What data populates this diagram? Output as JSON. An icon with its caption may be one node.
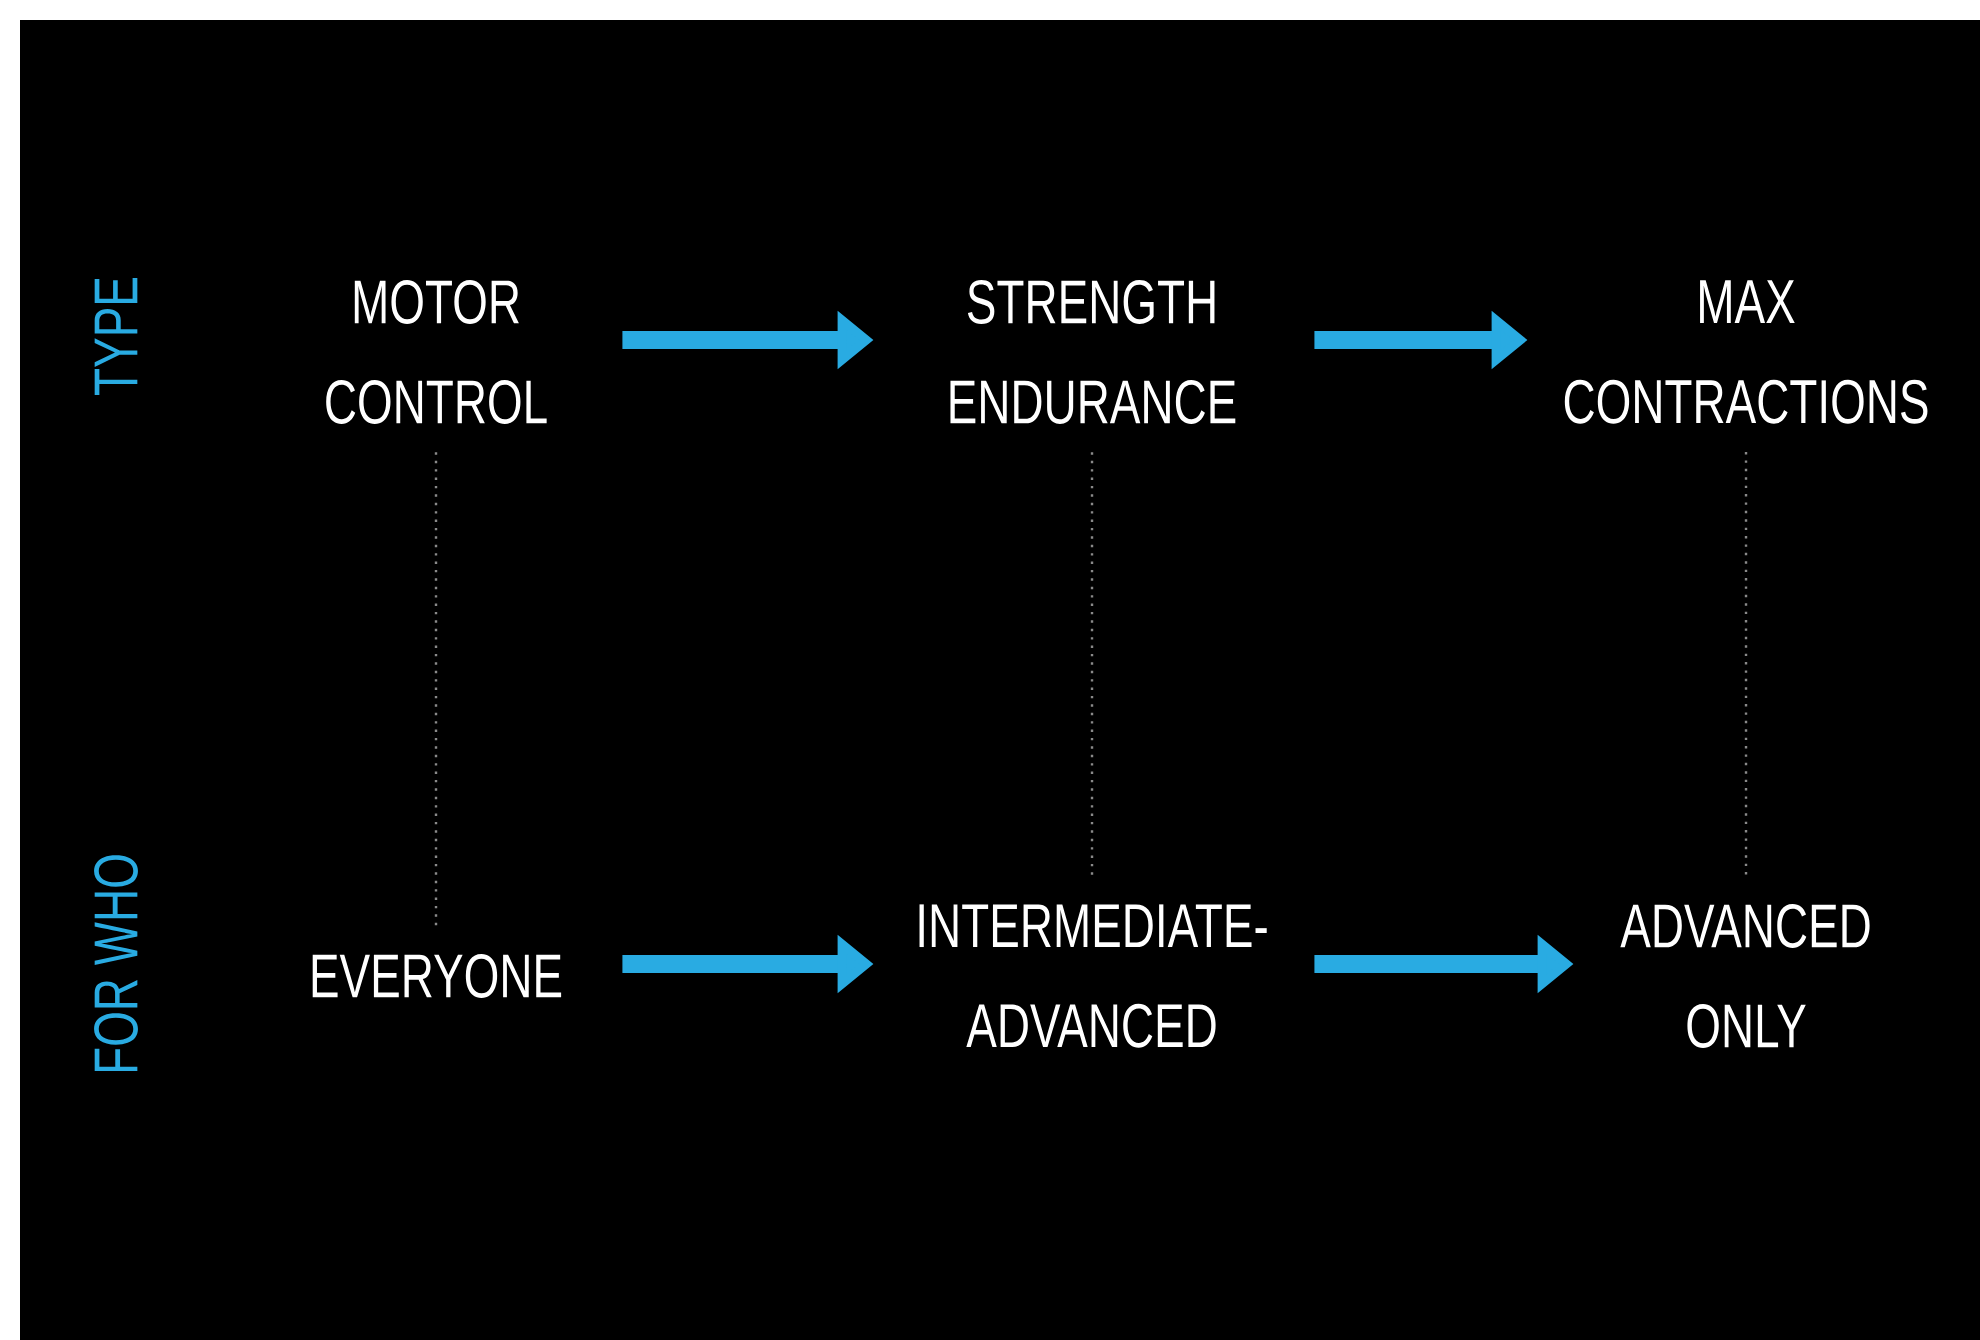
{
  "diagram": {
    "nodes": [
      {
        "text": [
          "MOTOR CONTROL"
        ]
      },
      {
        "text": [
          "STRENGTH ENDURANCE"
        ]
      },
      {
        "text": [
          "MAX CONTRACTIONS"
        ]
      },
      {
        "text": [
          "EVERYONE"
        ]
      },
      {
        "text": [
          "INTERMEDIATE- ADVANCED"
        ]
      },
      {
        "text": [
          "ADVANCED ONLY"
        ]
      }
    ],
    "edges": [
      {
        "from": 0,
        "to": 1,
        "arrow": "to"
      },
      {
        "from": 1,
        "to": 2,
        "arrow": "to"
      },
      {
        "from": 3,
        "to": 4,
        "arrow": "to"
      },
      {
        "from": 4,
        "to": 5,
        "arrow": "to"
      },
      {
        "from": 0,
        "to": 3,
        "arrow": "none",
        "style": "dashed",
        "color": "#8a8a8a"
      },
      {
        "from": 1,
        "to": 4,
        "arrow": "none",
        "style": "dashed",
        "color": "#8a8a8a"
      },
      {
        "from": 2,
        "to": 5,
        "arrow": "none",
        "style": "dashed",
        "color": "#8a8a8a"
      }
    ],
    "labels": [
      "TYPE",
      "FOR WHO"
    ]
  }
}
